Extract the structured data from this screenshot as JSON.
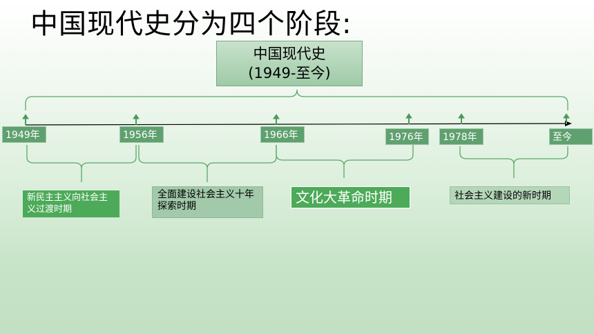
{
  "title": "中国现代史分为四个阶段:",
  "main": {
    "line1": "中国现代史",
    "line2": "(1949-至今)"
  },
  "years": [
    "1949年",
    "1956年",
    "1966年",
    "1976年",
    "1978年",
    "至今"
  ],
  "periods": [
    "新民主主义向社会主义过渡时期",
    "全面建设社会主义十年探索时期",
    "文化大革命时期",
    "社会主义建设的新时期"
  ],
  "colors": {
    "accent": "#5fa06f",
    "bright": "#4caa58",
    "line": "#5aa86a"
  }
}
